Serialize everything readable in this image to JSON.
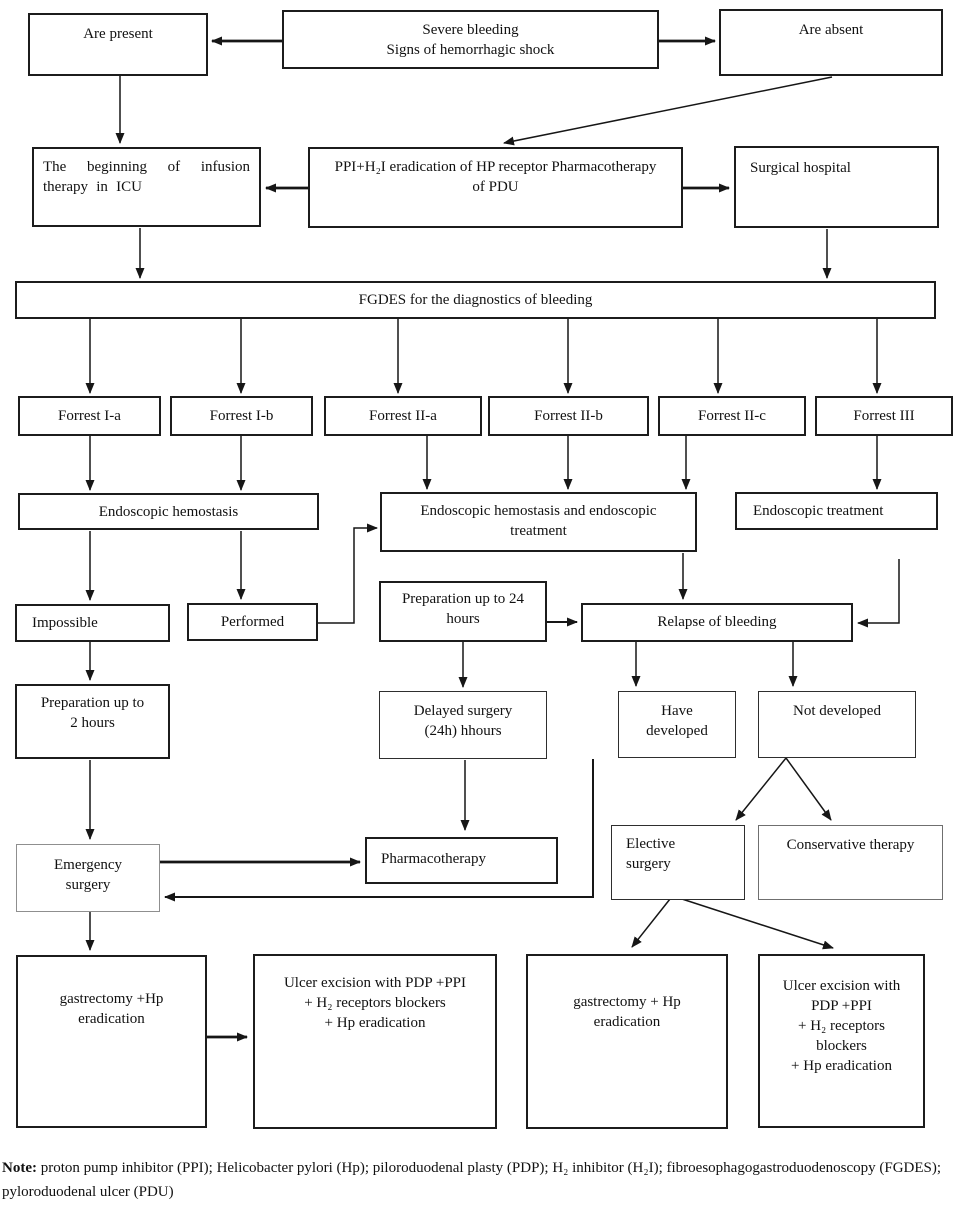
{
  "colors": {
    "background": "#ffffff",
    "text": "#111111",
    "box_border": "#1c1c1c",
    "emergency_box_border": "#8f8f8f"
  },
  "nodes": {
    "are_present": {
      "label": "Are present"
    },
    "severe_bleeding": {
      "label": "Severe bleeding\nSigns of hemorrhagic shock"
    },
    "are_absent": {
      "label": "Are absent"
    },
    "icu": {
      "label": "The beginning of infusion therapy in ICU"
    },
    "ppi": {
      "label": "PPI+H₂I eradication of HP receptor Pharmacotherapy\nof PDU"
    },
    "surgical_hospital": {
      "label": "Surgical hospital"
    },
    "fgdes": {
      "label": "FGDES for the diagnostics of bleeding"
    },
    "forrest_1a": {
      "label": "Forrest I-a"
    },
    "forrest_1b": {
      "label": "Forrest I-b"
    },
    "forrest_2a": {
      "label": "Forrest II-a"
    },
    "forrest_2b": {
      "label": "Forrest II-b"
    },
    "forrest_2c": {
      "label": "Forrest II-c"
    },
    "forrest_3": {
      "label": "Forrest III"
    },
    "endo_hemostasis": {
      "label": "Endoscopic hemostasis"
    },
    "endo_h_t": {
      "label": "Endoscopic hemostasis and endoscopic\ntreatment"
    },
    "endo_treatment": {
      "label": "Endoscopic treatment"
    },
    "impossible": {
      "label": "Impossible"
    },
    "performed": {
      "label": "Performed"
    },
    "prep_24": {
      "label": "Preparation up to 24\nhours"
    },
    "relapse": {
      "label": "Relapse of bleeding"
    },
    "prep_2": {
      "label": "Preparation up to\n2 hours"
    },
    "delayed_surgery": {
      "label": "Delayed surgery\n(24h) hhours"
    },
    "have_developed": {
      "label": "Have\ndeveloped"
    },
    "not_developed": {
      "label": "Not developed"
    },
    "emergency_surgery": {
      "label": "Emergency\nsurgery"
    },
    "pharmacotherapy": {
      "label": "Pharmacotherapy"
    },
    "elective_surgery": {
      "label": "Elective\nsurgery"
    },
    "conservative": {
      "label": "Conservative therapy"
    },
    "gastrectomy_1": {
      "label": "gastrectomy +Hp\neradication"
    },
    "ulcer_excision_1": {
      "label": "Ulcer excision with PDP +PPI\n+ H₂ receptors blockers\n+ Hp eradication"
    },
    "gastrectomy_2": {
      "label": "gastrectomy + Hp\neradication"
    },
    "ulcer_excision_2": {
      "label": "Ulcer excision with\nPDP +PPI\n+ H₂ receptors\nblockers\n+ Hp eradication"
    }
  },
  "note": {
    "label": "Note:",
    "body": "proton pump inhibitor (PPI); Helicobacter pylori (Hp); piloroduodenal plasty (PDP); H₂ inhibitor (H₂I); fibroesophagogastroduodenoscopy (FGDES); pyloroduodenal ulcer (PDU)"
  }
}
